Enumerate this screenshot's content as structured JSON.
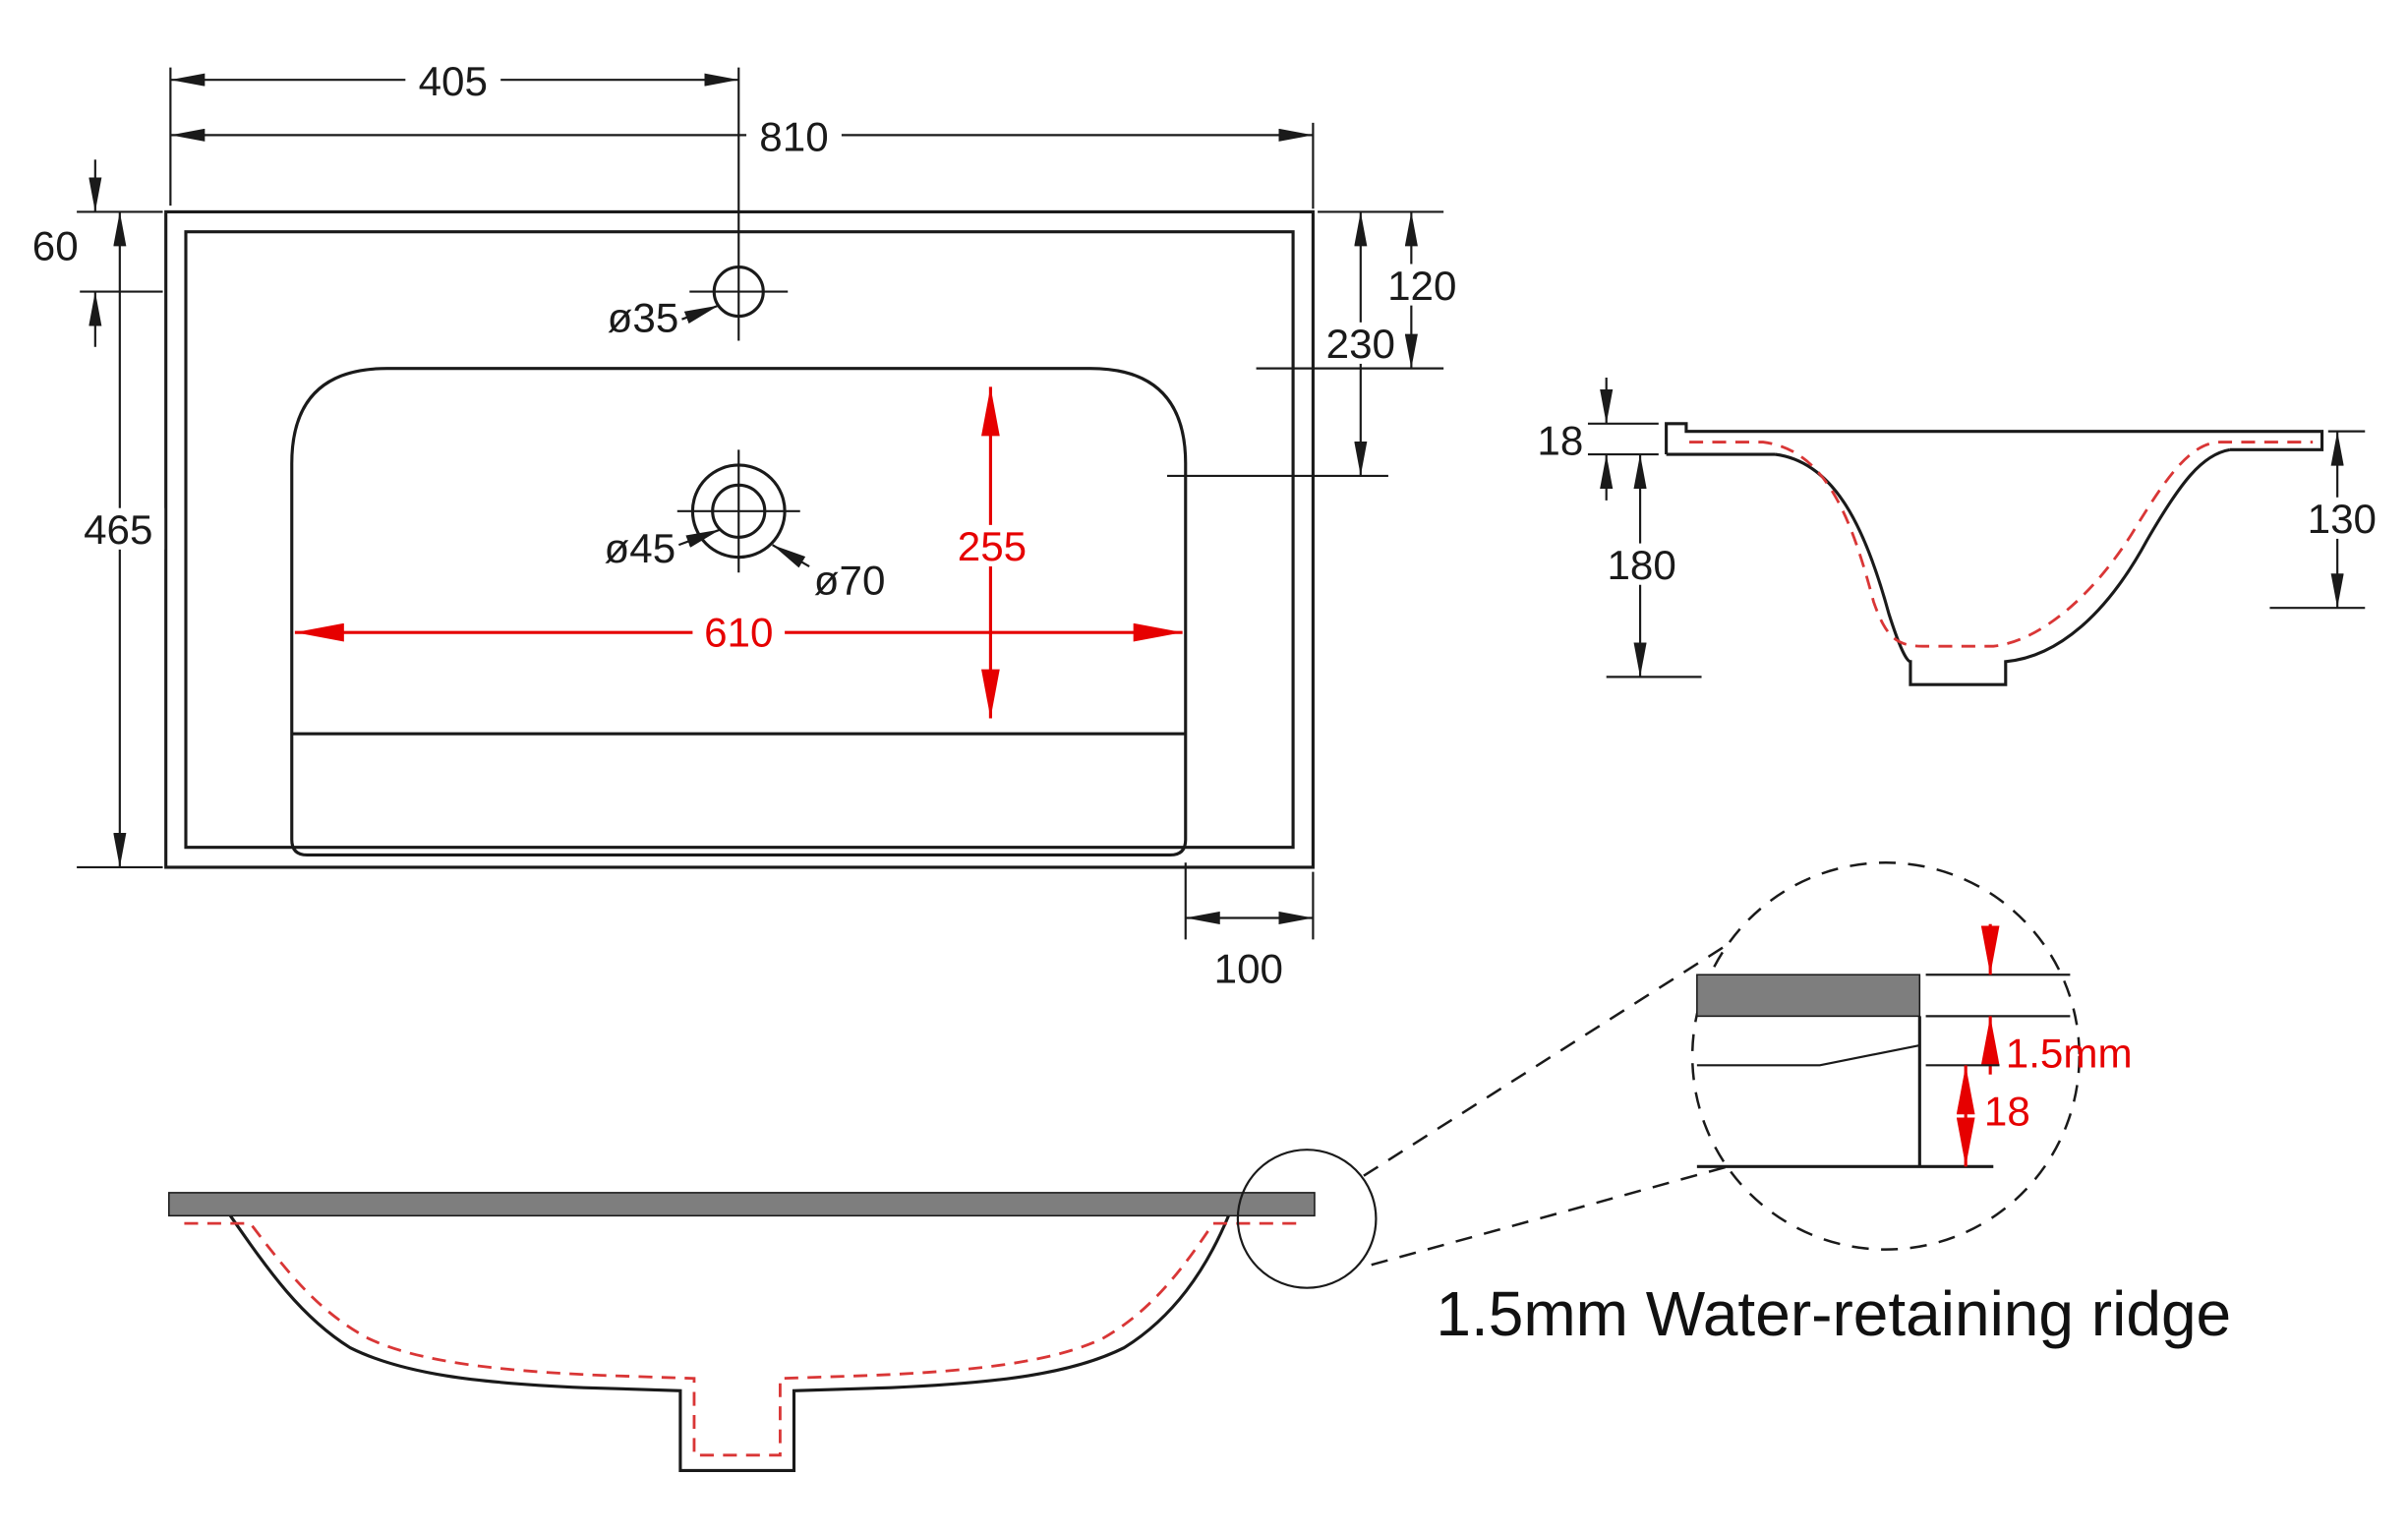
{
  "drawing": {
    "plan": {
      "dim_405": "405",
      "dim_810": "810",
      "dim_60": "60",
      "dim_465": "465",
      "dim_120": "120",
      "dim_230": "230",
      "dim_100": "100",
      "dim_255": "255",
      "dim_610": "610",
      "faucet_hole": "ø35",
      "drain_inner": "ø45",
      "drain_outer": "ø70"
    },
    "side": {
      "dim_18": "18",
      "dim_180": "180",
      "dim_130": "130"
    },
    "detail": {
      "dim_ridge": "1.5mm",
      "dim_18": "18",
      "caption": "1.5mm Water-retaining ridge"
    },
    "colors": {
      "line": "#1a1a1a",
      "dimension_red": "#e60000",
      "contour_red_dashed": "#d93636",
      "slab_gray": "#7e7e7e"
    }
  }
}
